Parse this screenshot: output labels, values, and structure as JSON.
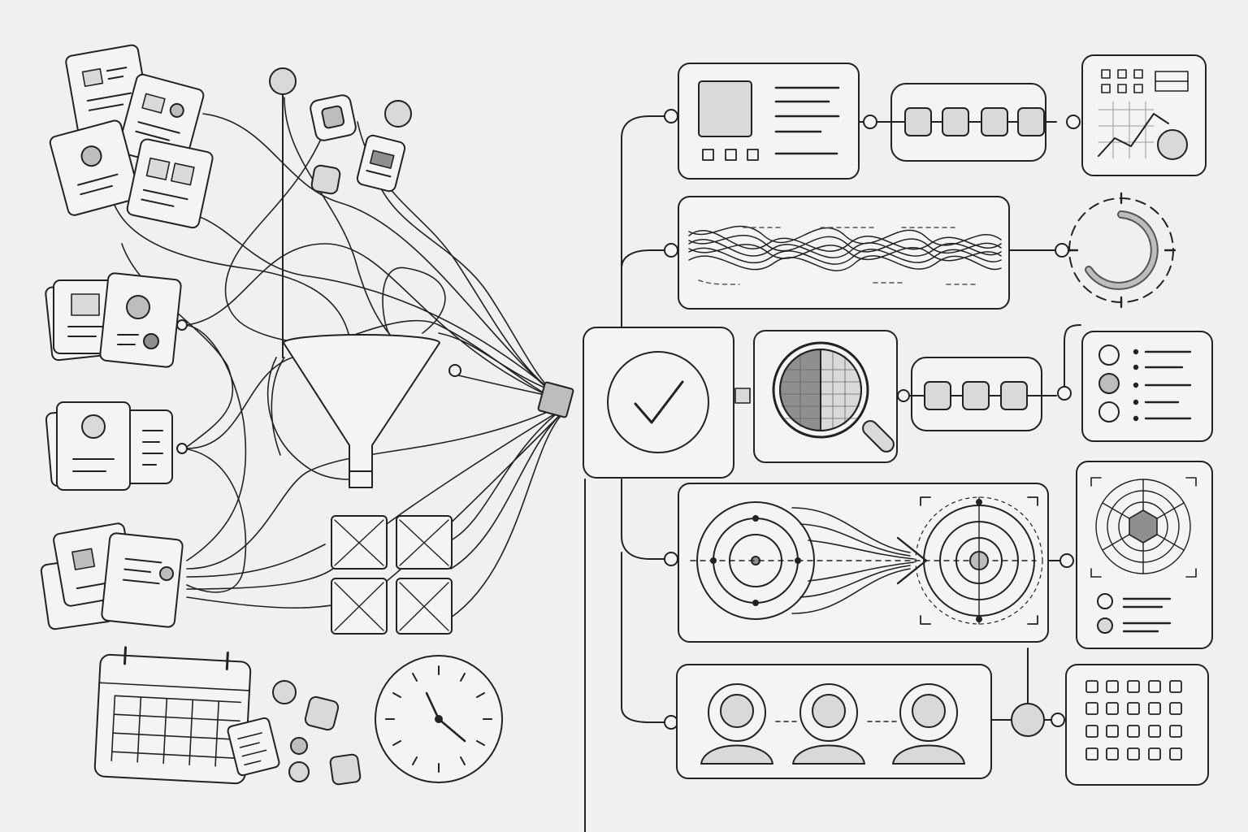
{
  "palette": {
    "background": "#eef0f1",
    "ink": "#222222",
    "panel_fill": "#f3f4f5",
    "shade_light": "#d9d9d9",
    "shade_mid": "#bdbdbd",
    "shade_dark": "#8f8f8f"
  },
  "left_section": {
    "document_clusters": [
      {
        "name": "doc-cluster-top",
        "cards": 4,
        "icon": "document-card-icon"
      },
      {
        "name": "doc-cluster-middle-1",
        "cards": 2,
        "icon": "document-card-icon"
      },
      {
        "name": "doc-cluster-middle-2",
        "cards": 2,
        "icon": "document-card-icon"
      },
      {
        "name": "doc-cluster-bottom",
        "cards": 3,
        "icon": "document-card-icon"
      }
    ],
    "funnel": {
      "icon": "funnel-icon"
    },
    "image_placeholder_grid": {
      "tiles": 4,
      "icon": "image-placeholder-icon"
    },
    "calendar": {
      "icon": "calendar-icon",
      "rows": 4,
      "cols": 6
    },
    "clock": {
      "icon": "clock-icon"
    },
    "merge_node": {
      "icon": "diamond-node-icon"
    }
  },
  "center": {
    "verification": {
      "icon": "checkmark-icon"
    }
  },
  "right_section": {
    "rows": [
      {
        "name": "dashboard-row",
        "icons": [
          "image-thumbnail-icon",
          "text-lines-icon",
          "pipeline-steps-icon",
          "line-chart-icon"
        ]
      },
      {
        "name": "waveform-row",
        "icons": [
          "waveform-icon",
          "ring-gauge-icon"
        ]
      },
      {
        "name": "inspection-row",
        "icons": [
          "magnifier-icon",
          "pipeline-steps-icon",
          "checklist-icon"
        ]
      },
      {
        "name": "targeting-row",
        "icons": [
          "target-icon",
          "arrow-icon",
          "crosshair-target-icon",
          "radar-chart-icon"
        ]
      },
      {
        "name": "people-row",
        "icons": [
          "user-icon",
          "user-icon",
          "user-icon",
          "grid-icon"
        ]
      }
    ]
  }
}
